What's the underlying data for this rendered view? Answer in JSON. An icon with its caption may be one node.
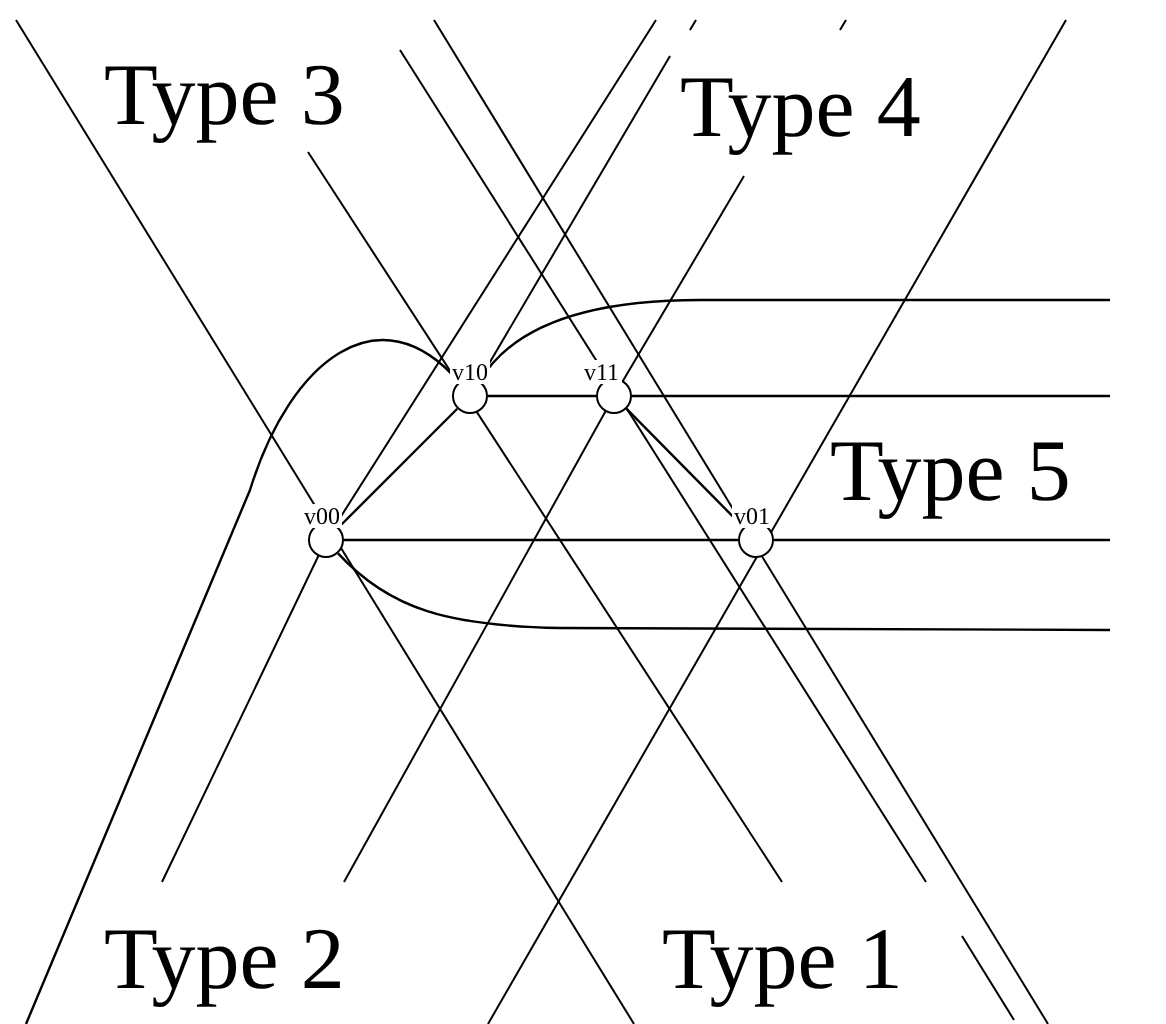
{
  "diagram": {
    "nodes": [
      {
        "text": [],
        "shape": "circle",
        "beside": [
          "v10"
        ]
      },
      {
        "text": [],
        "shape": "circle",
        "beside": [
          "v11"
        ]
      },
      {
        "text": [],
        "shape": "circle",
        "beside": [
          "v00"
        ]
      },
      {
        "text": [],
        "shape": "circle",
        "beside": [
          "v01"
        ]
      }
    ],
    "edges": [
      {
        "from": 2,
        "to": 0,
        "arrow": "none"
      },
      {
        "from": 0,
        "to": 1,
        "arrow": "none"
      },
      {
        "from": 2,
        "to": 3,
        "arrow": "none"
      },
      {
        "from": 1,
        "to": 3,
        "arrow": "none"
      },
      {
        "from": null,
        "to": 0,
        "arrow": "none"
      },
      {
        "from": 0,
        "to": null,
        "arrow": "none"
      },
      {
        "from": 1,
        "to": null,
        "arrow": "none"
      },
      {
        "from": 3,
        "to": null,
        "arrow": "none"
      },
      {
        "from": 2,
        "to": null,
        "arrow": "none"
      }
    ],
    "labels": [
      "Type 3",
      "Type 4",
      "Type 5",
      "Type 2",
      "Type 1"
    ]
  }
}
